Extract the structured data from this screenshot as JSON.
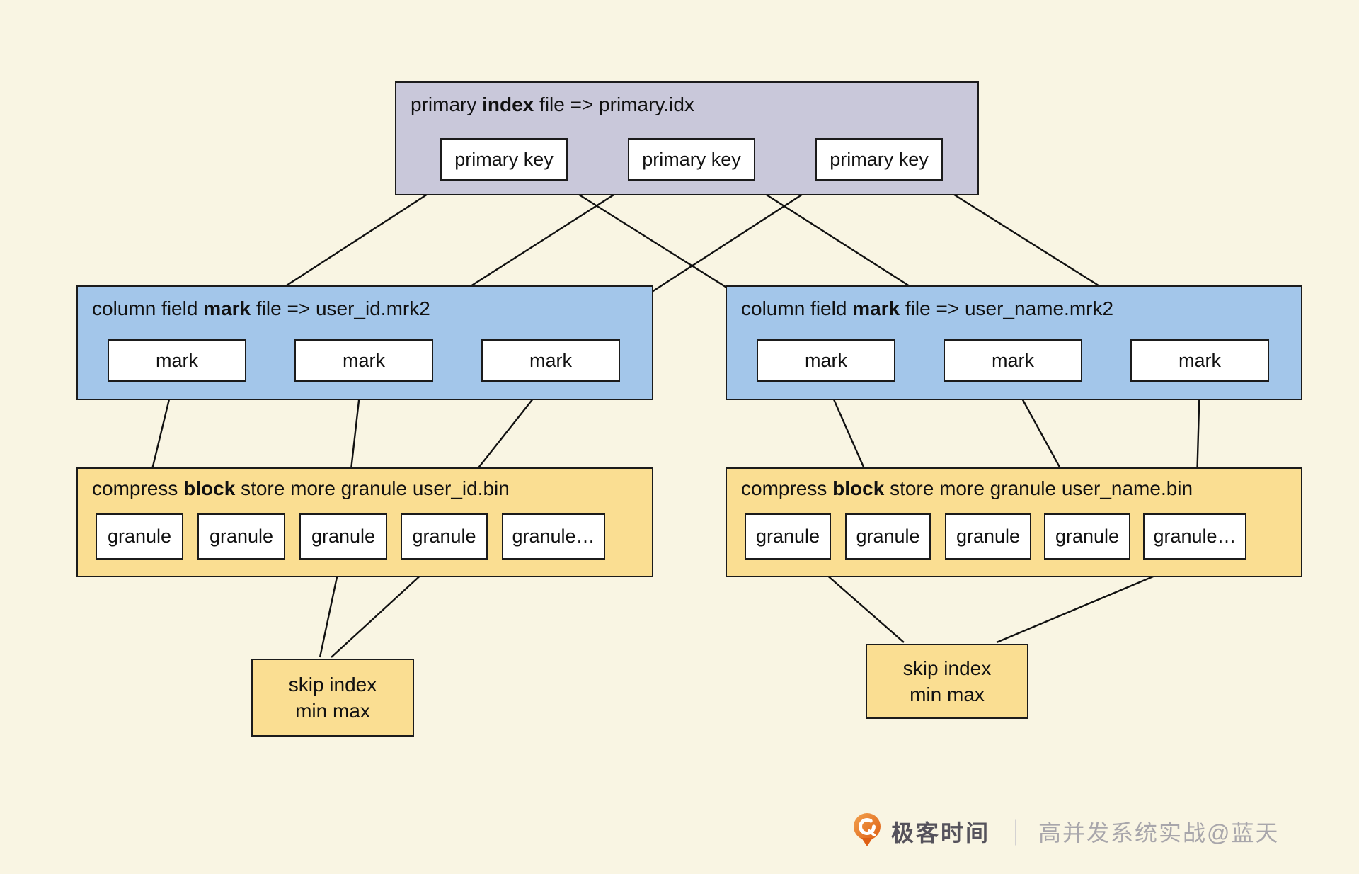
{
  "colors": {
    "background": "#F9F5E3",
    "primary_index_fill": "#C9C8DA",
    "mark_file_fill": "#A3C6EA",
    "block_file_fill": "#FADE92",
    "node_fill": "#FFFFFF",
    "border": "#1B1B1B",
    "arrow": "#111111",
    "brand_orange": "#E87626",
    "brand_text": "#55525B",
    "credit_text": "#A8A6AB"
  },
  "primary_index": {
    "title_prefix": "primary ",
    "title_bold": "index",
    "title_suffix": " file => primary.idx",
    "keys": [
      "primary key",
      "primary key",
      "primary key"
    ]
  },
  "mark_files": [
    {
      "title_prefix": "column field ",
      "title_bold": "mark",
      "title_suffix": " file => user_id.mrk2",
      "marks": [
        "mark",
        "mark",
        "mark"
      ]
    },
    {
      "title_prefix": "column field ",
      "title_bold": "mark",
      "title_suffix": " file => user_name.mrk2",
      "marks": [
        "mark",
        "mark",
        "mark"
      ]
    }
  ],
  "block_files": [
    {
      "title_prefix": "compress ",
      "title_bold": "block",
      "title_suffix": " store more granule user_id.bin",
      "granules": [
        "granule",
        "granule",
        "granule",
        "granule",
        "granule…"
      ]
    },
    {
      "title_prefix": "compress ",
      "title_bold": "block",
      "title_suffix": " store more granule user_name.bin",
      "granules": [
        "granule",
        "granule",
        "granule",
        "granule",
        "granule…"
      ]
    }
  ],
  "skip_indexes": [
    {
      "line1": "skip index",
      "line2": "min max"
    },
    {
      "line1": "skip index",
      "line2": "min max"
    }
  ],
  "footer": {
    "brand": "极客时间",
    "divider": "｜",
    "credit": "高并发系统实战@蓝天"
  }
}
